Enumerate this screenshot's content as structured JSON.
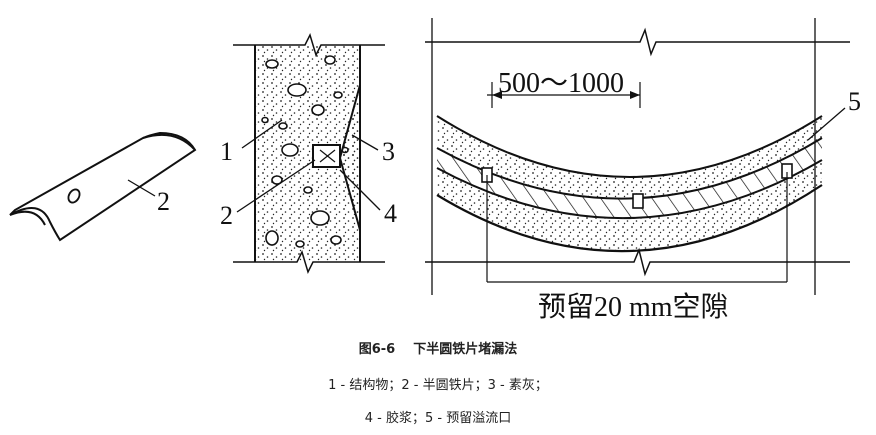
{
  "figure": {
    "labels": {
      "l1": "1",
      "l2a": "2",
      "l2b": "2",
      "l3": "3",
      "l4": "4",
      "l5": "5",
      "dim": "500～1000",
      "gap": "预留20 mm空隙"
    }
  },
  "caption": {
    "number": "图6-6",
    "title": "下半圆铁片堵漏法",
    "line1": "1 - 结构物；2 - 半圆铁片；3 - 素灰；",
    "line2": "4 - 胶浆；5 - 预留溢流口"
  },
  "colors": {
    "ink": "#111111",
    "background": "#ffffff"
  }
}
